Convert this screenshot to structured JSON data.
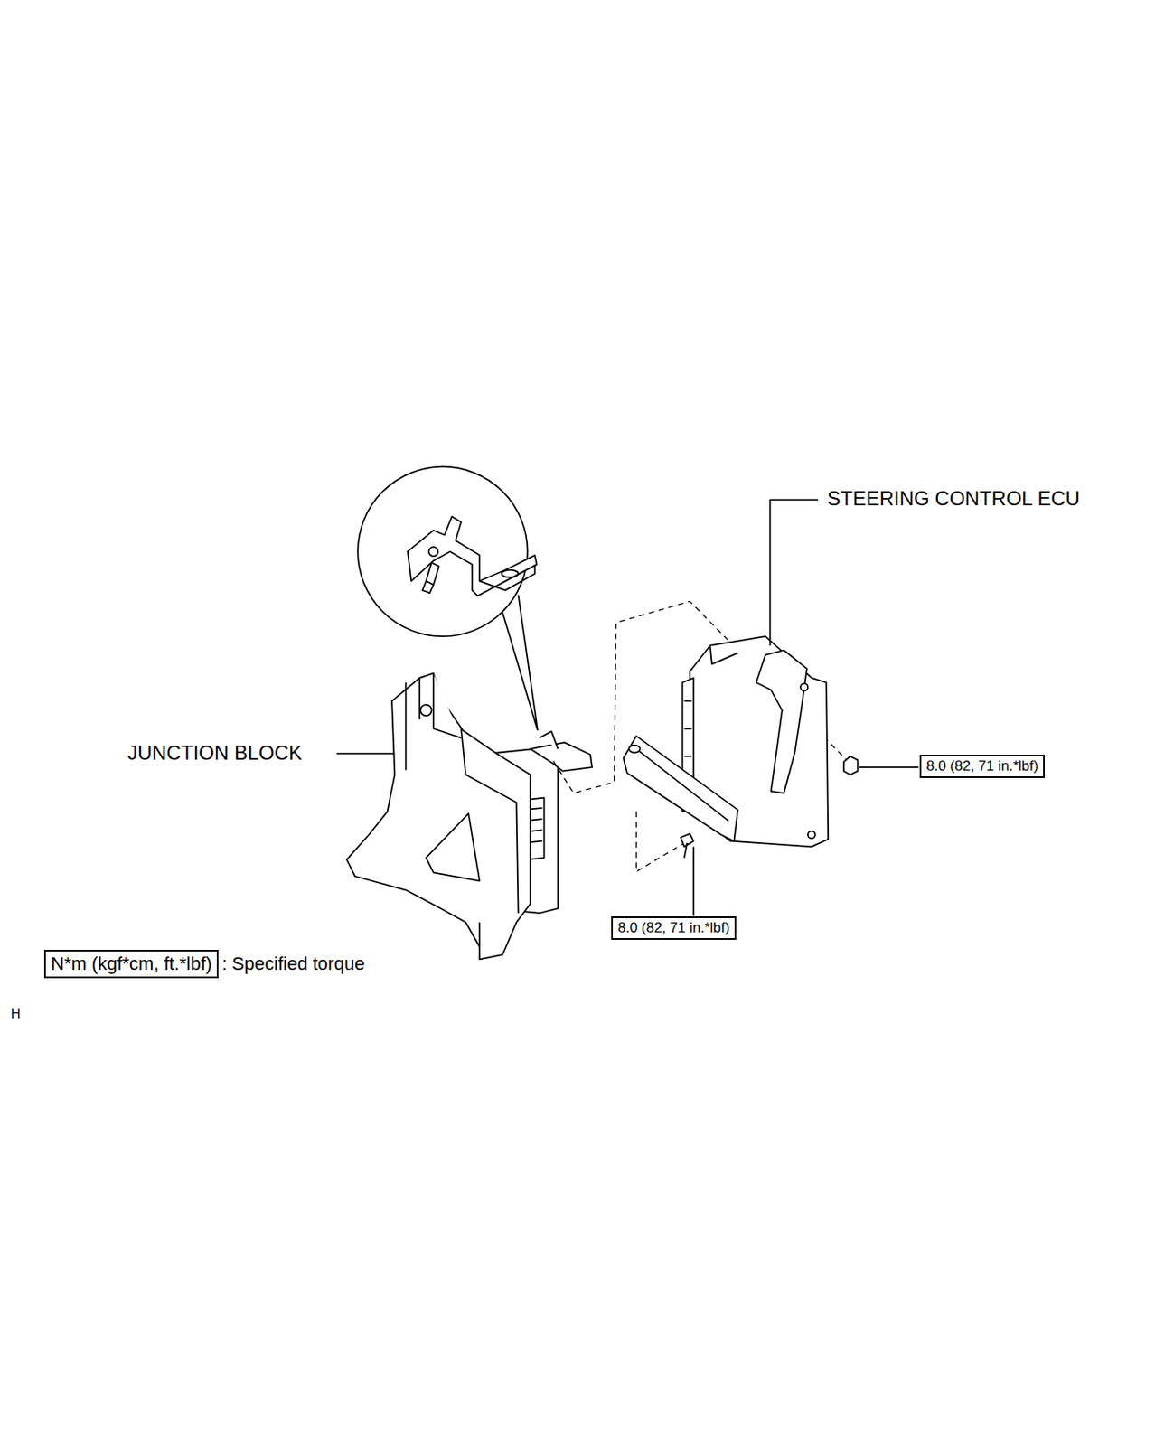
{
  "diagram": {
    "nodes": [
      {
        "text": [
          "8.0 (82, 71 in.*lbf)"
        ]
      },
      {
        "text": [
          "8.0 (82, 71 in.*lbf)"
        ]
      },
      {
        "text": [
          "N*m (kgf*cm, ft.*lbf)"
        ]
      }
    ],
    "edges": [],
    "labels": [
      "STEERING CONTROL ECU",
      "JUNCTION BLOCK",
      ": Specified torque",
      "H"
    ]
  }
}
